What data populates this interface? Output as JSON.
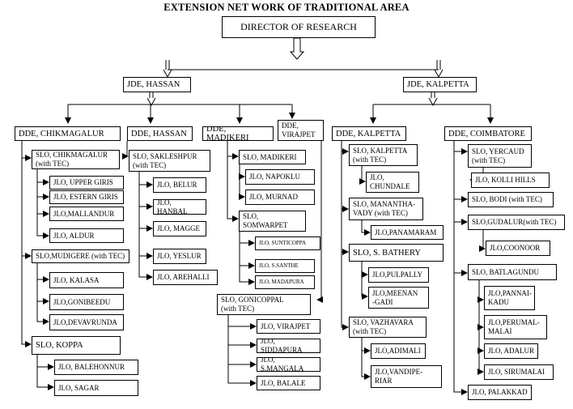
{
  "title": "EXTENSION NET WORK OF TRADITIONAL AREA",
  "root": "DIRECTOR OF RESEARCH",
  "jde": {
    "hassan": "JDE, HASSAN",
    "kalpetta": "JDE, KALPETTA"
  },
  "dde": {
    "chikmagalur": "DDE, CHIKMAGALUR",
    "hassan": "DDE, HASSAN",
    "madikeri": "DDE, MADIKERI",
    "virajpet": "DDE,\nVIRAJPET",
    "kalpetta": "DDE, KALPETTA",
    "coimbatore": "DDE, COIMBATORE"
  },
  "slo": {
    "chikmagalur": "SLO, CHIKMAGALUR\n(with TEC)",
    "mudigere": "SLO,MUDIGERE (with TEC)",
    "koppa": "SLO, KOPPA",
    "sakleshpur": "SLO, SAKLESHPUR\n(with TEC)",
    "madikeri": "SLO, MADIKERI",
    "somwarpet": "SLO,\nSOMWARPET",
    "gonicoppal": "SLO, GONICOPPAL\n(with TEC)",
    "kalpetta": "SLO, KALPETTA\n(with TEC)",
    "mananthavady": "SLO, MANANTHA-\nVADY (with TEC)",
    "bathery": "SLO,  S. BATHERY",
    "vazhavara": "SLO, VAZHAVARA\n(with TEC)",
    "yercaud": "SLO, YERCAUD\n(with TEC)",
    "bodi": "SLO, BODI (with TEC)",
    "gudalur": "SLO,GUDALUR(with TEC)",
    "batlagundu": "SLO, BATLAGUNDU"
  },
  "jlo": {
    "upper_giris": "JLO, UPPER GIRIS",
    "estern_giris": "JLO, ESTERN GIRIS",
    "mallandur": "JLO,MALLANDUR",
    "aldur": "JLO, ALDUR",
    "kalasa": "JLO, KALASA",
    "gonibeedu": "JLO,GONIBEEDU",
    "devavrunda": "JLO,DEVAVRUNDA",
    "balehonnur": "JLO, BALEHONNUR",
    "sagar": "JLO, SAGAR",
    "belur": "JLO, BELUR",
    "hanbal": "JLO, HANBAL",
    "magge": "JLO, MAGGE",
    "yeslur": "JLO, YESLUR",
    "arehalli": "JLO, AREHALLI",
    "napoklu": "JLO, NAPOKLU",
    "murnad": "JLO, MURNAD",
    "sunticoppa": "JLO, SUNTICOPPA",
    "santhe": "JLO, S.SANTHE",
    "madapura": "JLO, MADAPURA",
    "virajpet": "JLO, VIRAJPET",
    "siddapura": "JLO, SIDDAPURA",
    "smangala": "JLO, S.MANGALA",
    "balale": "JLO, BALALE",
    "chundale": "JLO,\nCHUNDALE",
    "panamaram": "JLO,PANAMARAM",
    "pulpally": "JLO,PULPALLY",
    "meenangadi": "JLO,MEENAN\n-GADI",
    "adimali": "JLO,ADIMALI",
    "vandiperiar": "JLO,VANDIPE-\nRIAR",
    "kolli_hills": "JLO, KOLLI HILLS",
    "coonoor": "JLO,COONOOR",
    "pannaikadu": "JLO,PANNAI-\nKADU",
    "perumalmalai": "JLO,PERUMAL-\nMALAI",
    "adalur": "JLO, ADALUR",
    "sirumalai": "JLO, SIRUMALAI",
    "palakkad": "JLO, PALAKKAD"
  }
}
